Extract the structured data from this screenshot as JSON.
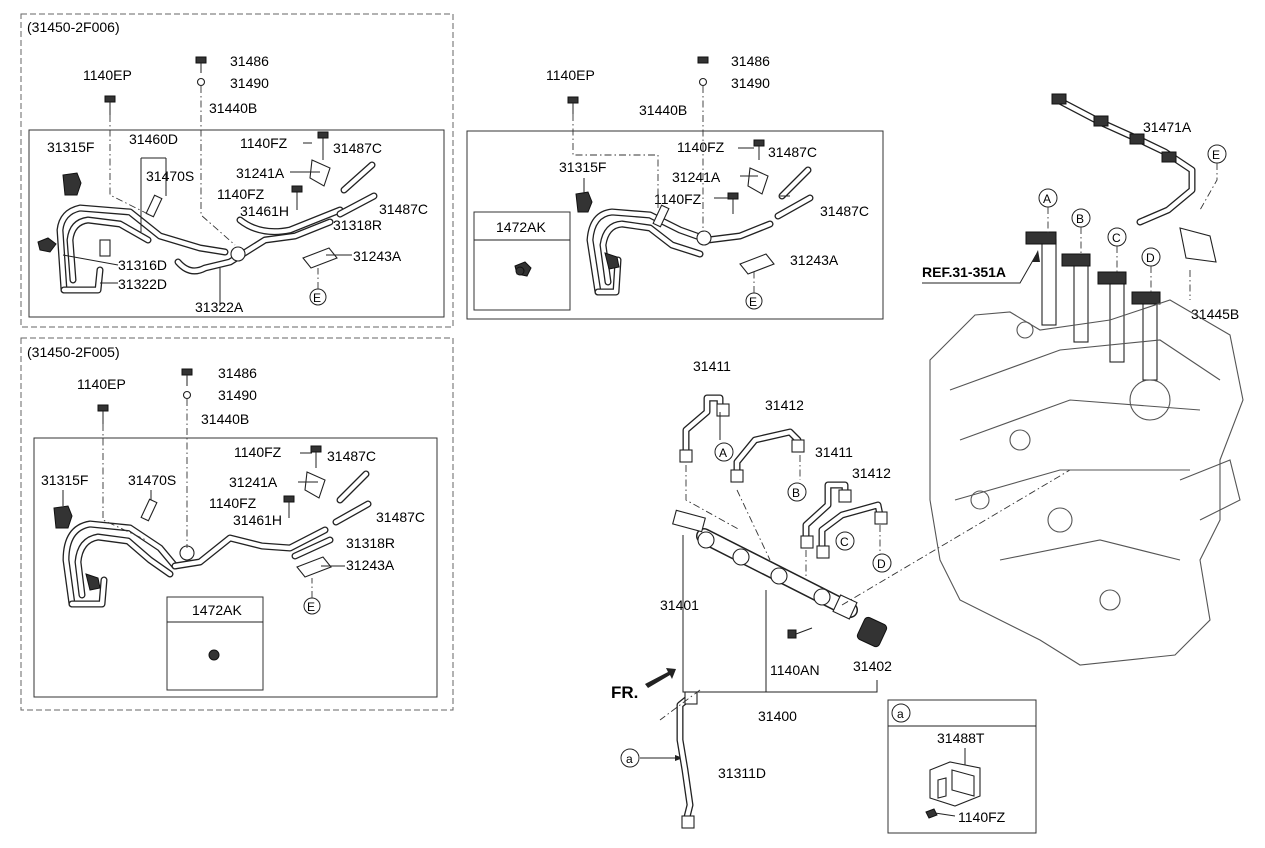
{
  "variant_a": {
    "code": "(31450-2F006)",
    "parts": {
      "p1140ep": "1140EP",
      "p31486": "31486",
      "p31490": "31490",
      "p31440b": "31440B",
      "p31315f": "31315F",
      "p31460d": "31460D",
      "p31470s": "31470S",
      "p1140fz_1": "1140FZ",
      "p31487c_1": "31487C",
      "p31241a": "31241A",
      "p1140fz_2": "1140FZ",
      "p31487c_2": "31487C",
      "p31461h": "31461H",
      "p31318r": "31318R",
      "p31316d": "31316D",
      "p31322d": "31322D",
      "p31243a": "31243A",
      "p31322a": "31322A",
      "ref_e": "E"
    }
  },
  "variant_b": {
    "parts": {
      "p1140ep": "1140EP",
      "p31486": "31486",
      "p31490": "31490",
      "p31440b": "31440B",
      "p31315f": "31315F",
      "p1140fz_1": "1140FZ",
      "p31487c_1": "31487C",
      "p31241a": "31241A",
      "p1140fz_2": "1140FZ",
      "p31487c_2": "31487C",
      "p31243a": "31243A",
      "p1472ak": "1472AK",
      "ref_e": "E"
    }
  },
  "variant_c": {
    "code": "(31450-2F005)",
    "parts": {
      "p1140ep": "1140EP",
      "p31486": "31486",
      "p31490": "31490",
      "p31440b": "31440B",
      "p31315f": "31315F",
      "p31470s": "31470S",
      "p1140fz_1": "1140FZ",
      "p31487c_1": "31487C",
      "p31241a": "31241A",
      "p1140fz_2": "1140FZ",
      "p31487c_2": "31487C",
      "p31461h": "31461H",
      "p31318r": "31318R",
      "p31243a": "31243A",
      "p1472ak": "1472AK",
      "ref_e": "E"
    }
  },
  "main": {
    "p31411_1": "31411",
    "p31412_1": "31412",
    "p31411_2": "31411",
    "p31412_2": "31412",
    "p31401": "31401",
    "p1140an": "1140AN",
    "p31402": "31402",
    "p31400": "31400",
    "fr": "FR.",
    "p31311d": "31311D",
    "ref_a": "a",
    "p31471a": "31471A",
    "p31445b": "31445B",
    "ref_label": "REF.31-351A",
    "refs": {
      "A": "A",
      "B": "B",
      "C": "C",
      "D": "D",
      "E": "E"
    }
  },
  "detail_a": {
    "ref": "a",
    "p31488t": "31488T",
    "p1140fz": "1140FZ"
  }
}
